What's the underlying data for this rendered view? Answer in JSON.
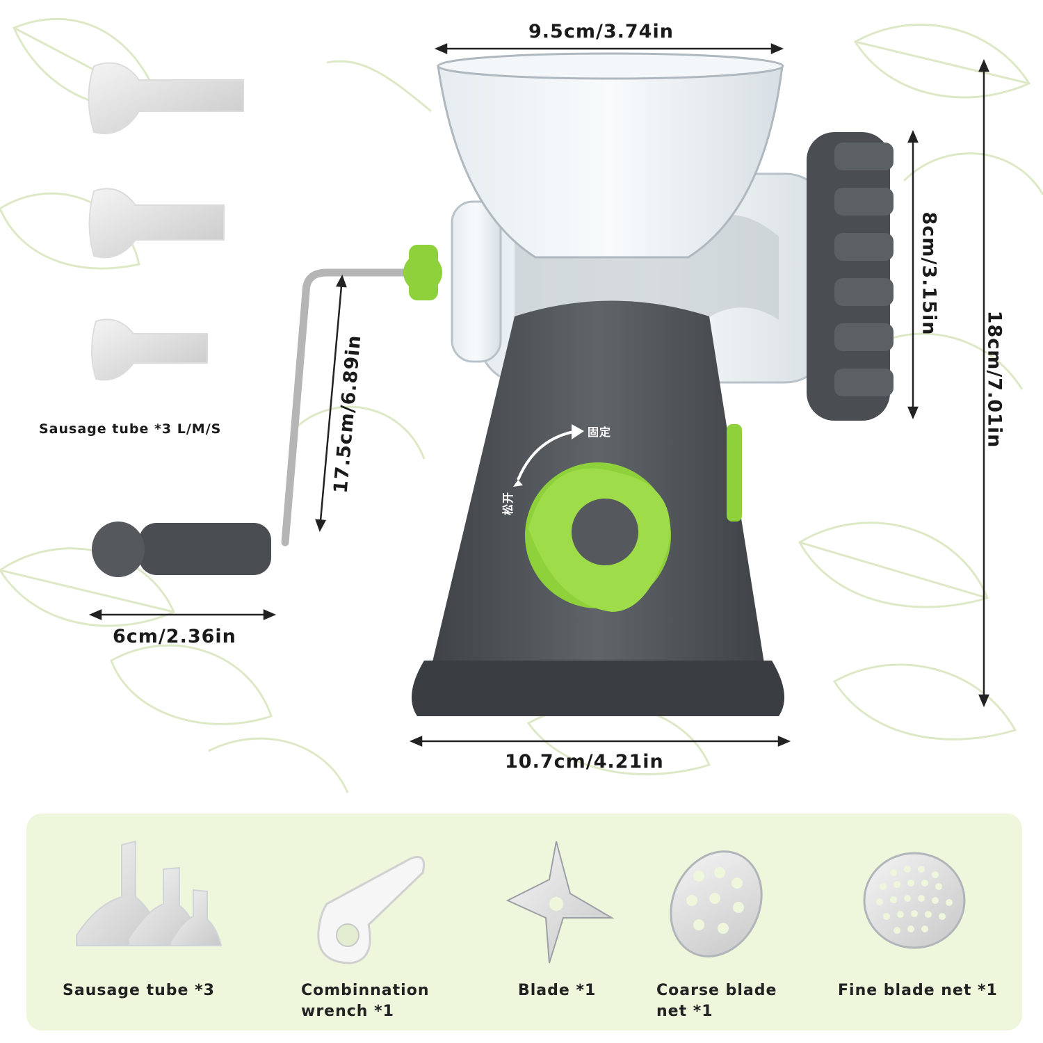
{
  "dimensions": {
    "hopper_width": "9.5cm/3.74in",
    "total_height": "18cm/7.01in",
    "drum_height": "8cm/3.15in",
    "handle_length": "17.5cm/6.89in",
    "grip_width": "6cm/2.36in",
    "base_width": "10.7cm/4.21in"
  },
  "knob_labels": {
    "lock": "固定",
    "release": "松开"
  },
  "side_caption": "Sausage tube *3 L/M/S",
  "accessories": [
    {
      "line1": "Sausage tube *3",
      "line2": ""
    },
    {
      "line1": "Combinnation",
      "line2": "wrench *1"
    },
    {
      "line1": "Blade *1",
      "line2": ""
    },
    {
      "line1": "Coarse blade",
      "line2": "net *1"
    },
    {
      "line1": "Fine blade net *1",
      "line2": ""
    }
  ],
  "colors": {
    "body_gray": "#55595d",
    "accent_green": "#8fd13a",
    "panel_bg": "#eef6dc",
    "leaf_line": "#dde9c6"
  }
}
